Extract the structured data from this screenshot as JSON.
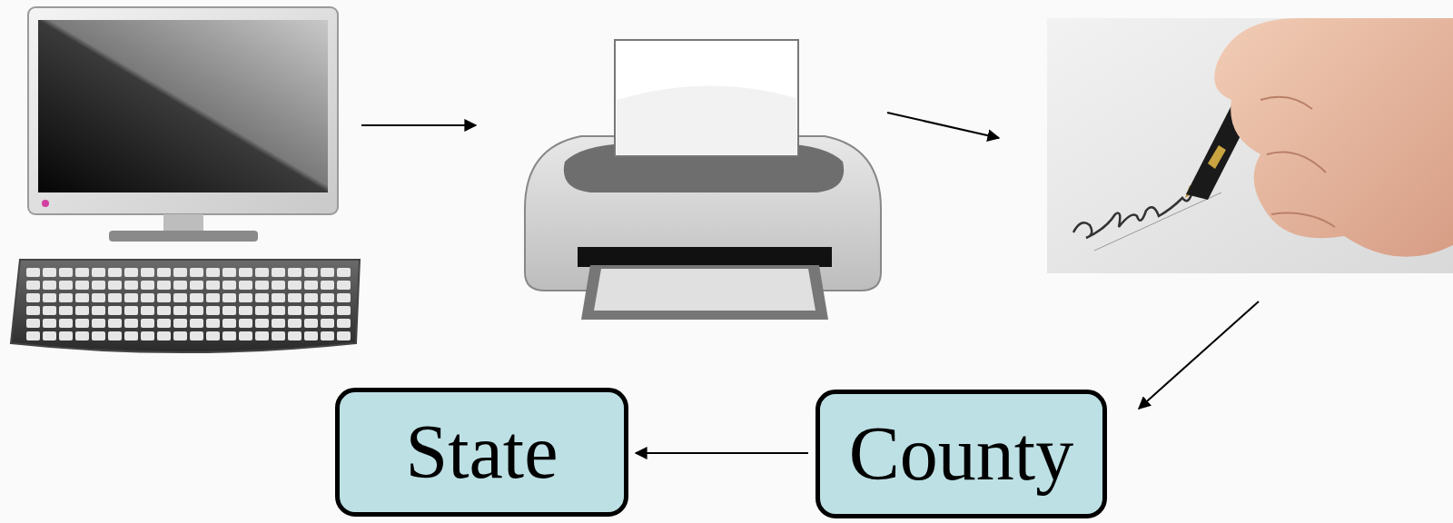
{
  "diagram": {
    "nodes": [
      {
        "text": [
          "State"
        ]
      },
      {
        "text": [
          "County"
        ]
      }
    ],
    "edges": [
      {
        "from": 1,
        "to": 0,
        "arrow": "to"
      }
    ]
  }
}
